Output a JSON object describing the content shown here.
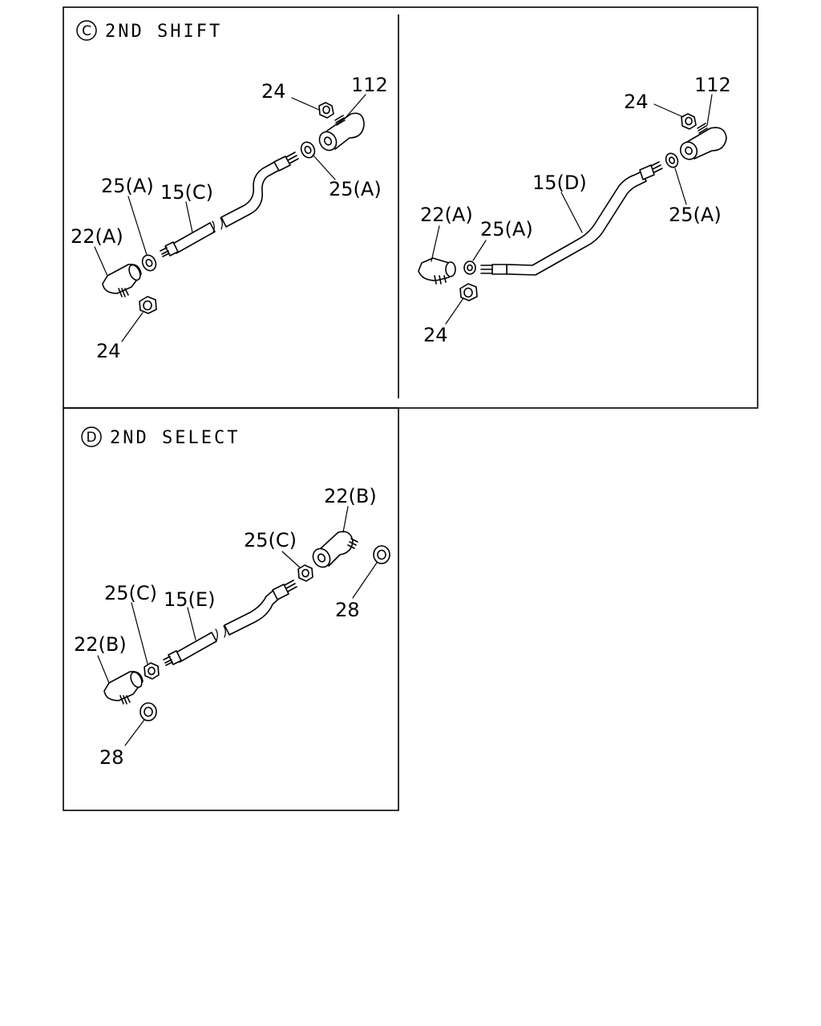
{
  "panels": {
    "shift": {
      "badge": "C",
      "title": "2ND SHIFT",
      "left_labels": {
        "nut_top": "24",
        "end_top": "112",
        "washer_upper": "25(A)",
        "washer_left": "25(A)",
        "rod": "15(C)",
        "end_lower": "22(A)",
        "nut_bottom": "24"
      },
      "right_labels": {
        "nut_top": "24",
        "end_top": "112",
        "rod": "15(D)",
        "washer_upper": "25(A)",
        "end_lower": "22(A)",
        "washer_lower": "25(A)",
        "nut_bottom": "24"
      }
    },
    "select": {
      "badge": "D",
      "title": "2ND SELECT",
      "labels": {
        "end_top": "22(B)",
        "washer_upper": "25(C)",
        "bushing_top": "28",
        "washer_left": "25(C)",
        "rod": "15(E)",
        "end_lower": "22(B)",
        "bushing_bottom": "28"
      }
    }
  }
}
